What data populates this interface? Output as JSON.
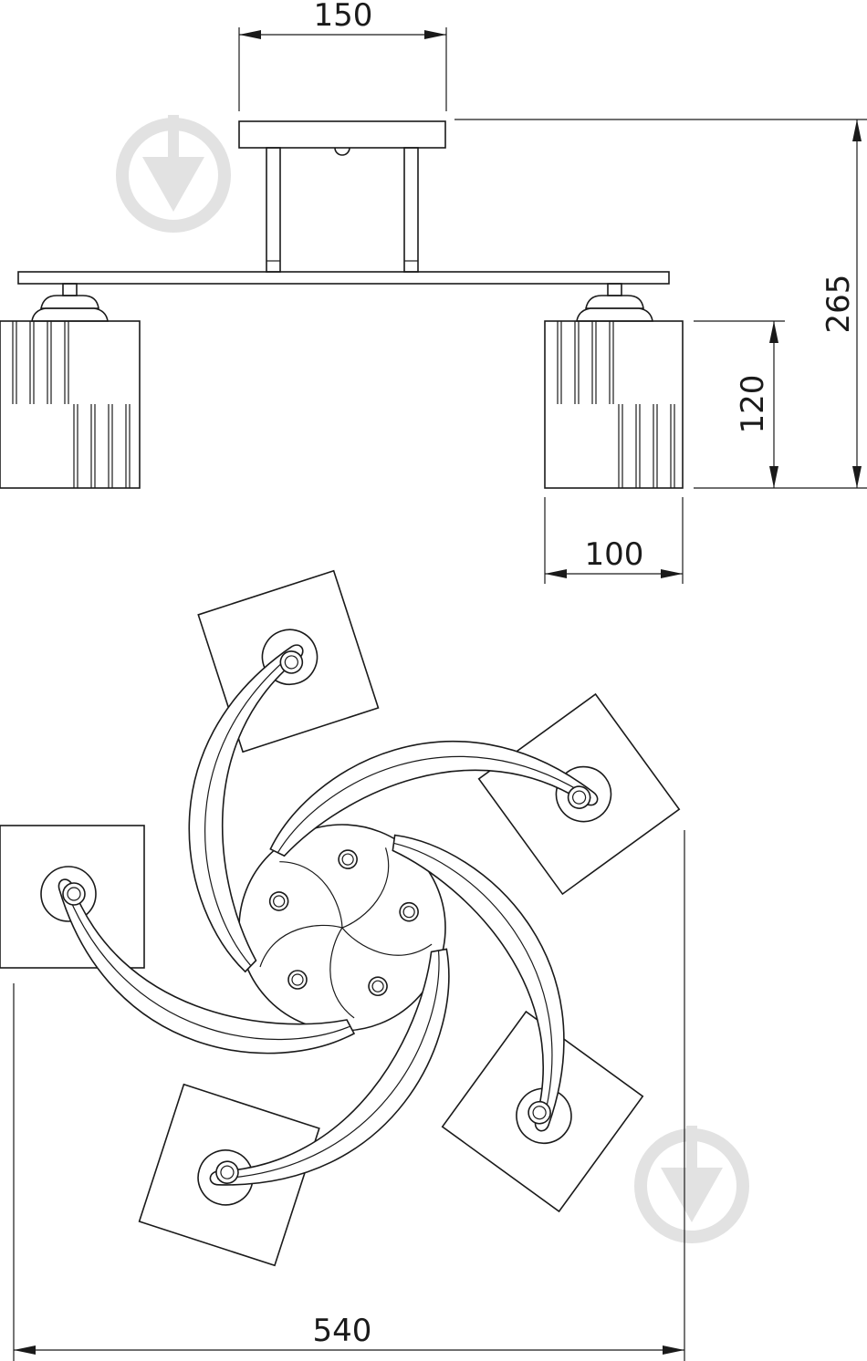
{
  "dimensions": {
    "top_width": "150",
    "total_height": "265",
    "shade_height": "120",
    "shade_width": "100",
    "overall_width": "540"
  },
  "watermark": {
    "icon": "shield-arrow-logo-icon",
    "color": "#e2e2e2"
  },
  "line_color": "#1a1a1a"
}
